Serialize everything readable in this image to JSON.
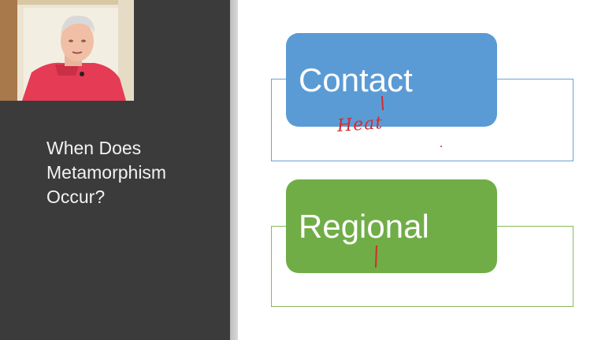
{
  "slide": {
    "title": "When Does\nMetamorphism\nOccur?",
    "boxes": [
      {
        "label": "Contact",
        "color": "#5b9bd5",
        "outline": "#6fa0d8"
      },
      {
        "label": "Regional",
        "color": "#70ad47",
        "outline": "#88bb5a"
      }
    ],
    "annotation": "Heat",
    "annotation_color": "#d62a2a"
  },
  "webcam": {
    "description_icon": "presenter-video-feed"
  },
  "colors": {
    "left_panel": "#3b3b3b",
    "title_text": "#f2f2f2",
    "background": "#ffffff"
  }
}
